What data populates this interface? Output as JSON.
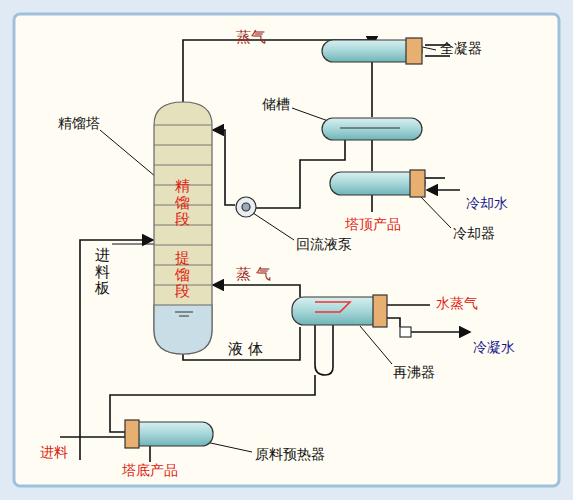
{
  "diagram": {
    "nodes": [
      {
        "text": [
          "精馏段",
          "提馏段"
        ]
      }
    ],
    "labels": [
      "蒸气",
      "全凝器",
      "储槽",
      "精馏塔",
      "冷却水",
      "塔顶产品",
      "冷却器",
      "回流液泵",
      "进料板",
      "蒸 气",
      "水蒸气",
      "冷凝水",
      "液 体",
      "再沸器",
      "进料",
      "塔底产品",
      "原料预热器"
    ]
  }
}
